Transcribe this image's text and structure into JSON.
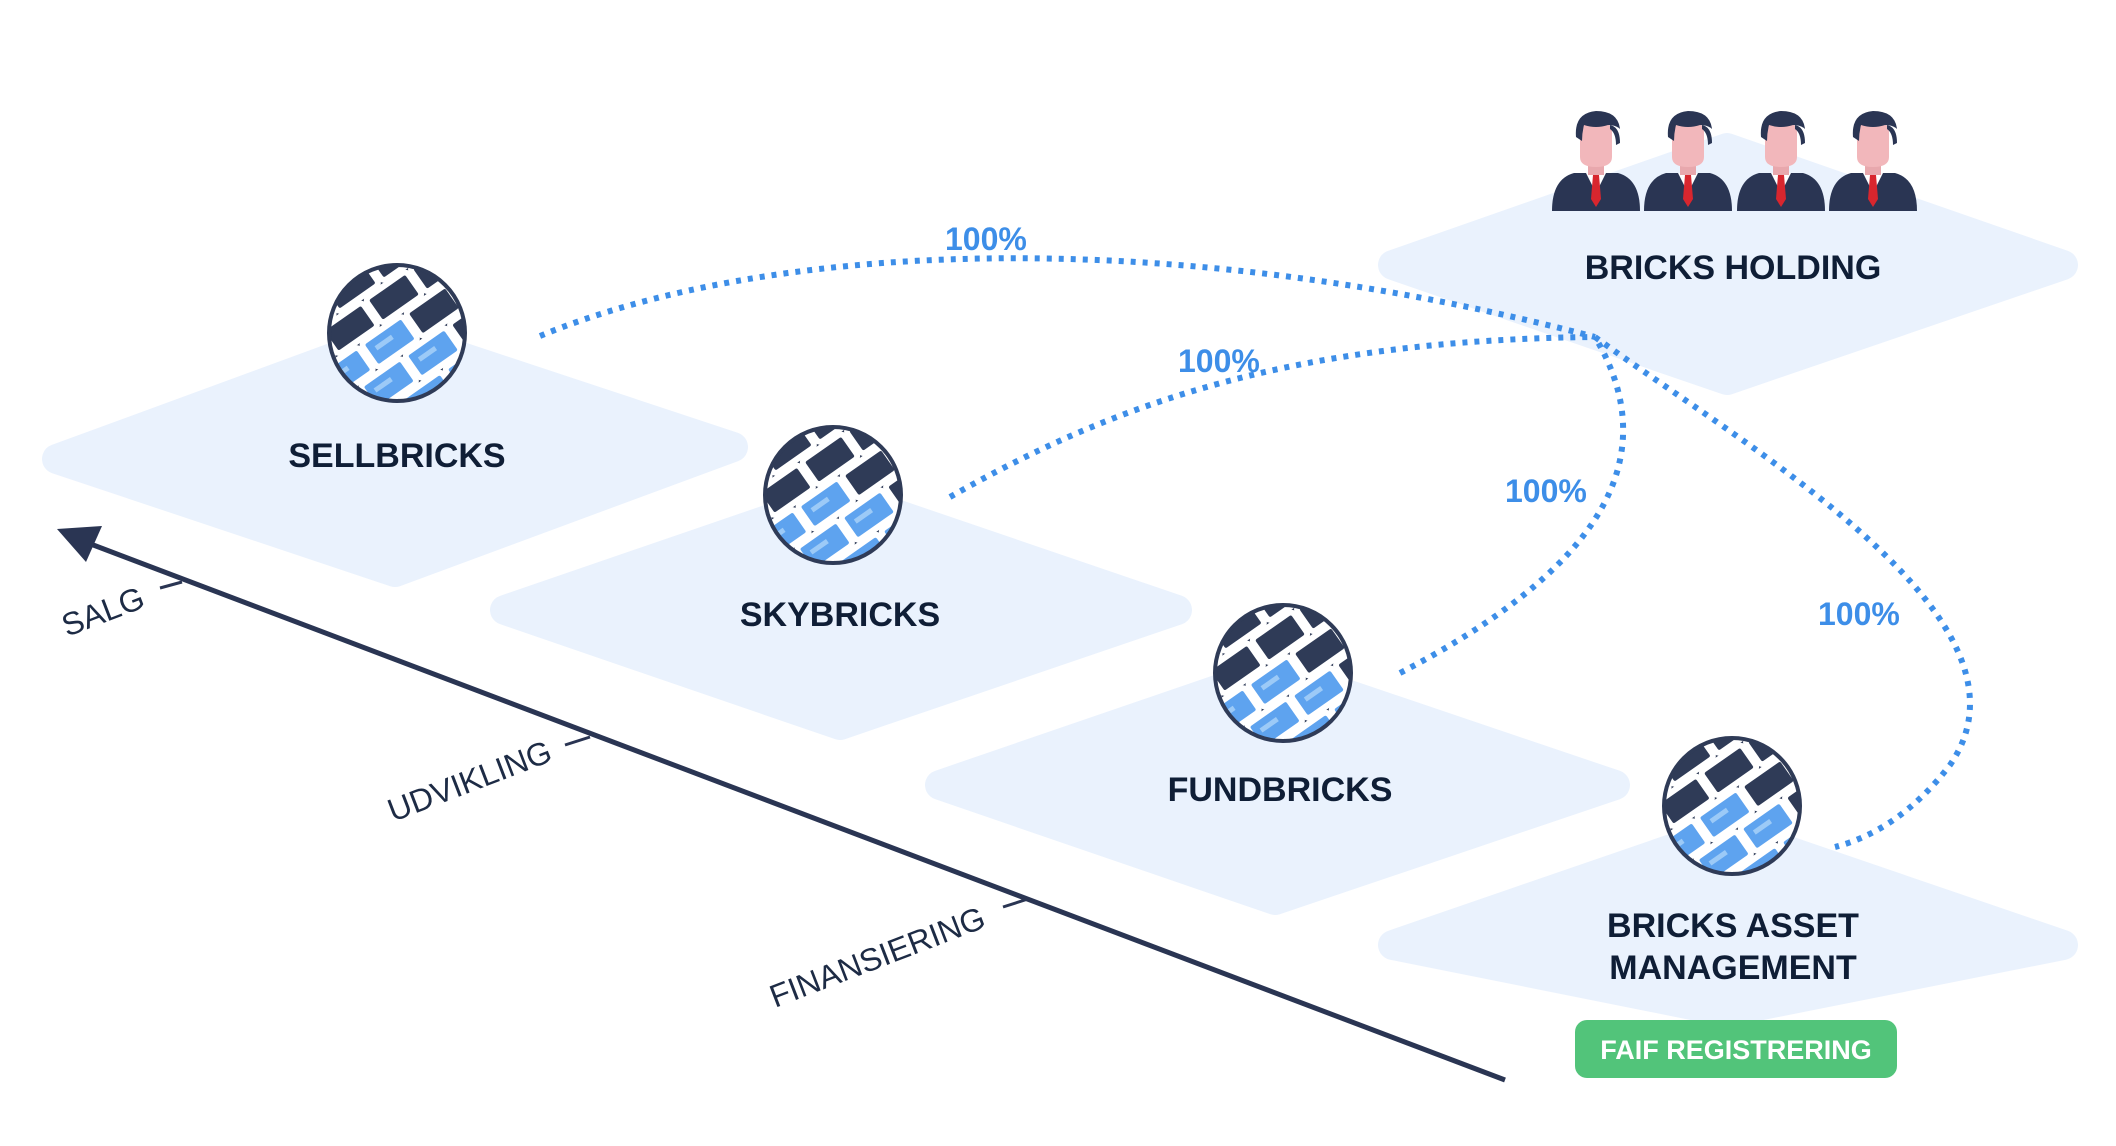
{
  "companies": {
    "sellbricks": "SELLBRICKS",
    "skybricks": "SKYBRICKS",
    "fundbricks": "FUNDBRICKS",
    "holding": "BRICKS HOLDING",
    "asset_line1": "BRICKS ASSET",
    "asset_line2": "MANAGEMENT"
  },
  "ownership": {
    "sellbricks": "100%",
    "skybricks": "100%",
    "fundbricks": "100%",
    "asset": "100%"
  },
  "axis": {
    "salg": "SALG",
    "udvikling": "UDVIKLING",
    "finansiering": "FINANSIERING"
  },
  "badge": {
    "label": "FAIF REGISTRERING"
  },
  "colors": {
    "platform": "#eaf2fd",
    "dark_brick": "#2f3b57",
    "blue_brick": "#5ea3ef",
    "dotted_line": "#3d8ee8",
    "badge": "#52c47a",
    "text": "#0f1e36"
  }
}
